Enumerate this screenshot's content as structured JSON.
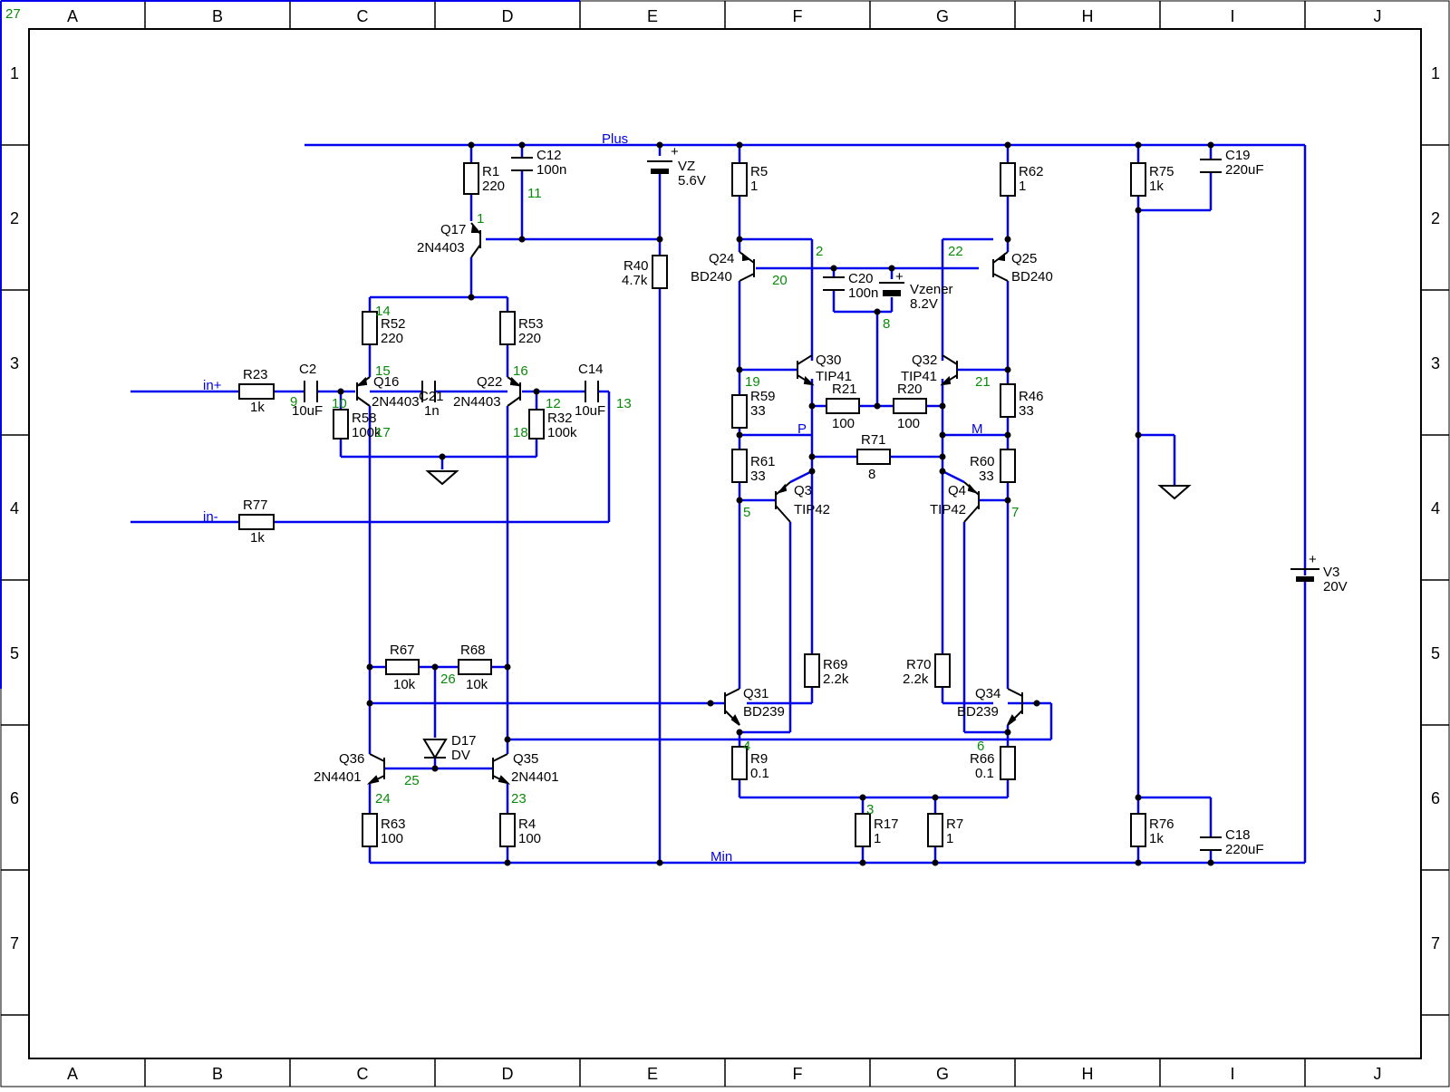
{
  "sheet": {
    "sheet_number": "27",
    "column_labels": [
      "A",
      "B",
      "C",
      "D",
      "E",
      "F",
      "G",
      "H",
      "I",
      "J"
    ],
    "row_labels": [
      "1",
      "2",
      "3",
      "4",
      "5",
      "6",
      "7"
    ]
  },
  "signals": {
    "plus": "Plus",
    "min": "Min",
    "in_plus": "in+",
    "in_minus": "in-",
    "p": "P",
    "m": "M"
  },
  "components": {
    "R1": {
      "ref": "R1",
      "value": "220"
    },
    "C12": {
      "ref": "C12",
      "value": "100n"
    },
    "Q17": {
      "ref": "Q17",
      "value": "2N4403"
    },
    "VZ": {
      "ref": "VZ",
      "value": "5.6V"
    },
    "R40": {
      "ref": "R40",
      "value": "4.7k"
    },
    "R52": {
      "ref": "R52",
      "value": "220"
    },
    "R53": {
      "ref": "R53",
      "value": "220"
    },
    "R23": {
      "ref": "R23",
      "value": "1k"
    },
    "C2": {
      "ref": "C2",
      "value": "10uF"
    },
    "Q16": {
      "ref": "Q16",
      "value": "2N4403"
    },
    "C21": {
      "ref": "C21",
      "value": "1n"
    },
    "Q22": {
      "ref": "Q22",
      "value": "2N4403"
    },
    "C14": {
      "ref": "C14",
      "value": "10uF"
    },
    "R58": {
      "ref": "R58",
      "value": "100k"
    },
    "R32": {
      "ref": "R32",
      "value": "100k"
    },
    "R77": {
      "ref": "R77",
      "value": "1k"
    },
    "R67": {
      "ref": "R67",
      "value": "10k"
    },
    "R68": {
      "ref": "R68",
      "value": "10k"
    },
    "D17": {
      "ref": "D17",
      "value": "DV"
    },
    "Q36": {
      "ref": "Q36",
      "value": "2N4401"
    },
    "Q35": {
      "ref": "Q35",
      "value": "2N4401"
    },
    "R63": {
      "ref": "R63",
      "value": "100"
    },
    "R4": {
      "ref": "R4",
      "value": "100"
    },
    "R5": {
      "ref": "R5",
      "value": "1"
    },
    "R62": {
      "ref": "R62",
      "value": "1"
    },
    "Q24": {
      "ref": "Q24",
      "value": "BD240"
    },
    "Q25": {
      "ref": "Q25",
      "value": "BD240"
    },
    "C20": {
      "ref": "C20",
      "value": "100n"
    },
    "Vzener": {
      "ref": "Vzener",
      "value": "8.2V"
    },
    "Q30": {
      "ref": "Q30",
      "value": "TIP41"
    },
    "Q32": {
      "ref": "Q32",
      "value": "TIP41"
    },
    "R59": {
      "ref": "R59",
      "value": "33"
    },
    "R21": {
      "ref": "R21",
      "value": "100"
    },
    "R20": {
      "ref": "R20",
      "value": "100"
    },
    "R46": {
      "ref": "R46",
      "value": "33"
    },
    "R71": {
      "ref": "R71",
      "value": "8"
    },
    "R61": {
      "ref": "R61",
      "value": "33"
    },
    "R60": {
      "ref": "R60",
      "value": "33"
    },
    "Q3": {
      "ref": "Q3",
      "value": "TIP42"
    },
    "Q4": {
      "ref": "Q4",
      "value": "TIP42"
    },
    "R69": {
      "ref": "R69",
      "value": "2.2k"
    },
    "R70": {
      "ref": "R70",
      "value": "2.2k"
    },
    "Q31": {
      "ref": "Q31",
      "value": "BD239"
    },
    "Q34": {
      "ref": "Q34",
      "value": "BD239"
    },
    "R9": {
      "ref": "R9",
      "value": "0.1"
    },
    "R66": {
      "ref": "R66",
      "value": "0.1"
    },
    "R17": {
      "ref": "R17",
      "value": "1"
    },
    "R7": {
      "ref": "R7",
      "value": "1"
    },
    "R75": {
      "ref": "R75",
      "value": "1k"
    },
    "C19": {
      "ref": "C19",
      "value": "220uF"
    },
    "R76": {
      "ref": "R76",
      "value": "1k"
    },
    "C18": {
      "ref": "C18",
      "value": "220uF"
    },
    "V3": {
      "ref": "V3",
      "value": "20V"
    }
  },
  "nodes": {
    "n1": "1",
    "n2": "2",
    "n3": "3",
    "n4": "4",
    "n5": "5",
    "n6": "6",
    "n7": "7",
    "n8": "8",
    "n9": "9",
    "n10": "10",
    "n11": "11",
    "n12": "12",
    "n13": "13",
    "n14": "14",
    "n15": "15",
    "n16": "16",
    "n17": "17",
    "n18": "18",
    "n19": "19",
    "n20": "20",
    "n21": "21",
    "n22": "22",
    "n23": "23",
    "n24": "24",
    "n25": "25",
    "n26": "26"
  }
}
